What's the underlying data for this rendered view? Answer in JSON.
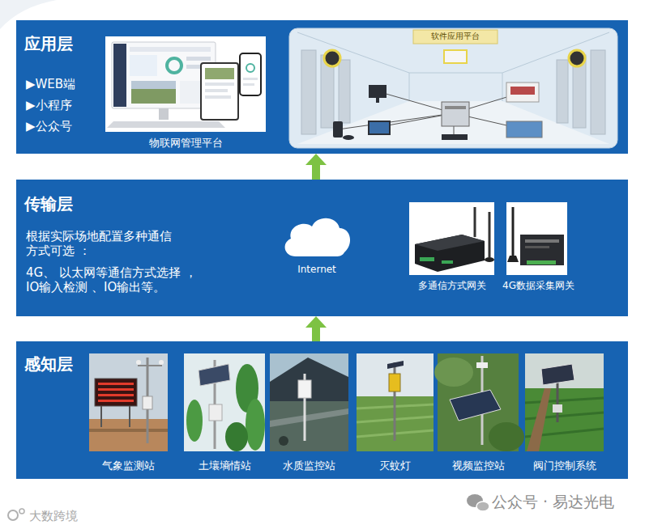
{
  "diagram": {
    "nodes": [
      {
        "text": [
          "应用层",
          "▶WEB端",
          "▶小程序",
          "▶公众号"
        ]
      },
      {
        "text": [
          "物联网管理平台"
        ],
        "in": 0
      },
      {
        "text": [
          "传输层",
          "根据实际场地配置多种通信 方式可选 ：",
          "4G、 以太网等通信方式选择 ， IO输入检测 、IO输出等。"
        ]
      },
      {
        "text": [
          "Internet"
        ],
        "in": 2
      },
      {
        "text": [
          "多通信方式网关"
        ],
        "in": 2
      },
      {
        "text": [
          "4G数据采集网关"
        ],
        "in": 2
      },
      {
        "text": [
          "感知层"
        ]
      },
      {
        "text": [
          "气象监测站"
        ],
        "in": 6
      },
      {
        "text": [
          "土壤墒情站"
        ],
        "in": 6
      },
      {
        "text": [
          "水质监控站"
        ],
        "in": 6
      },
      {
        "text": [
          "灭蚊灯"
        ],
        "in": 6
      },
      {
        "text": [
          "视频监控站"
        ],
        "in": 6
      },
      {
        "text": [
          "阀门控制系统"
        ],
        "in": 6
      }
    ],
    "edges": [
      {
        "from": 6,
        "to": 2,
        "arrow": "to"
      },
      {
        "from": 2,
        "to": 0,
        "arrow": "to"
      }
    ],
    "labels": [
      "软件应用平台",
      "公众号 · 易达光电",
      "大数跨境"
    ]
  }
}
